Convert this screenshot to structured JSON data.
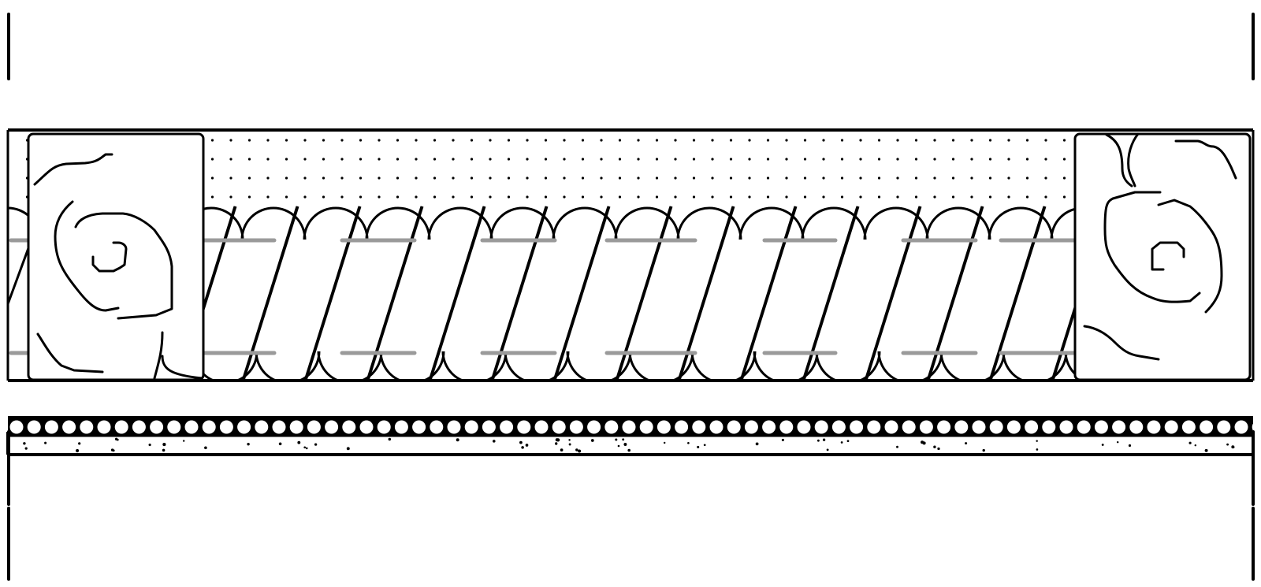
{
  "diagram": {
    "kind": "construction-section",
    "labels": [],
    "colors": {
      "line": "#000000",
      "hanger": "#9a9a9a",
      "background": "#ffffff"
    },
    "layers": [
      "end-joist-wood",
      "batt-insulation",
      "dotted-fill",
      "end-joist-wood",
      "pebble-band",
      "speckled-layer"
    ],
    "icons": [
      "wood-grain-icon",
      "insulation-pattern-icon",
      "gravel-icon"
    ]
  }
}
